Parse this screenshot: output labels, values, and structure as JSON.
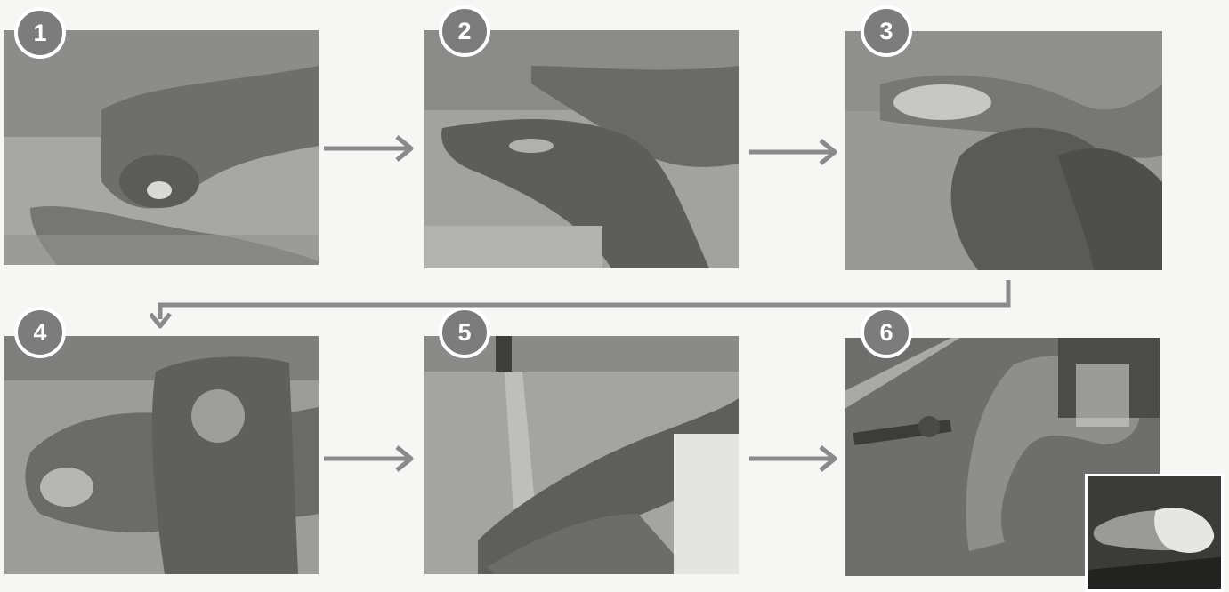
{
  "steps": [
    {
      "number": "1",
      "icon": "soap-in-palm-photo"
    },
    {
      "number": "2",
      "icon": "rub-palms-photo"
    },
    {
      "number": "3",
      "icon": "scrub-wrist-photo"
    },
    {
      "number": "4",
      "icon": "interlace-fingers-photo"
    },
    {
      "number": "5",
      "icon": "rinse-hands-photo"
    },
    {
      "number": "6",
      "icon": "dry-hands-photo"
    }
  ],
  "colors": {
    "arrow": "#8a8a8a",
    "badge": "#7c7c7c",
    "badge_border": "#ffffff",
    "background": "#f6f6f4"
  }
}
